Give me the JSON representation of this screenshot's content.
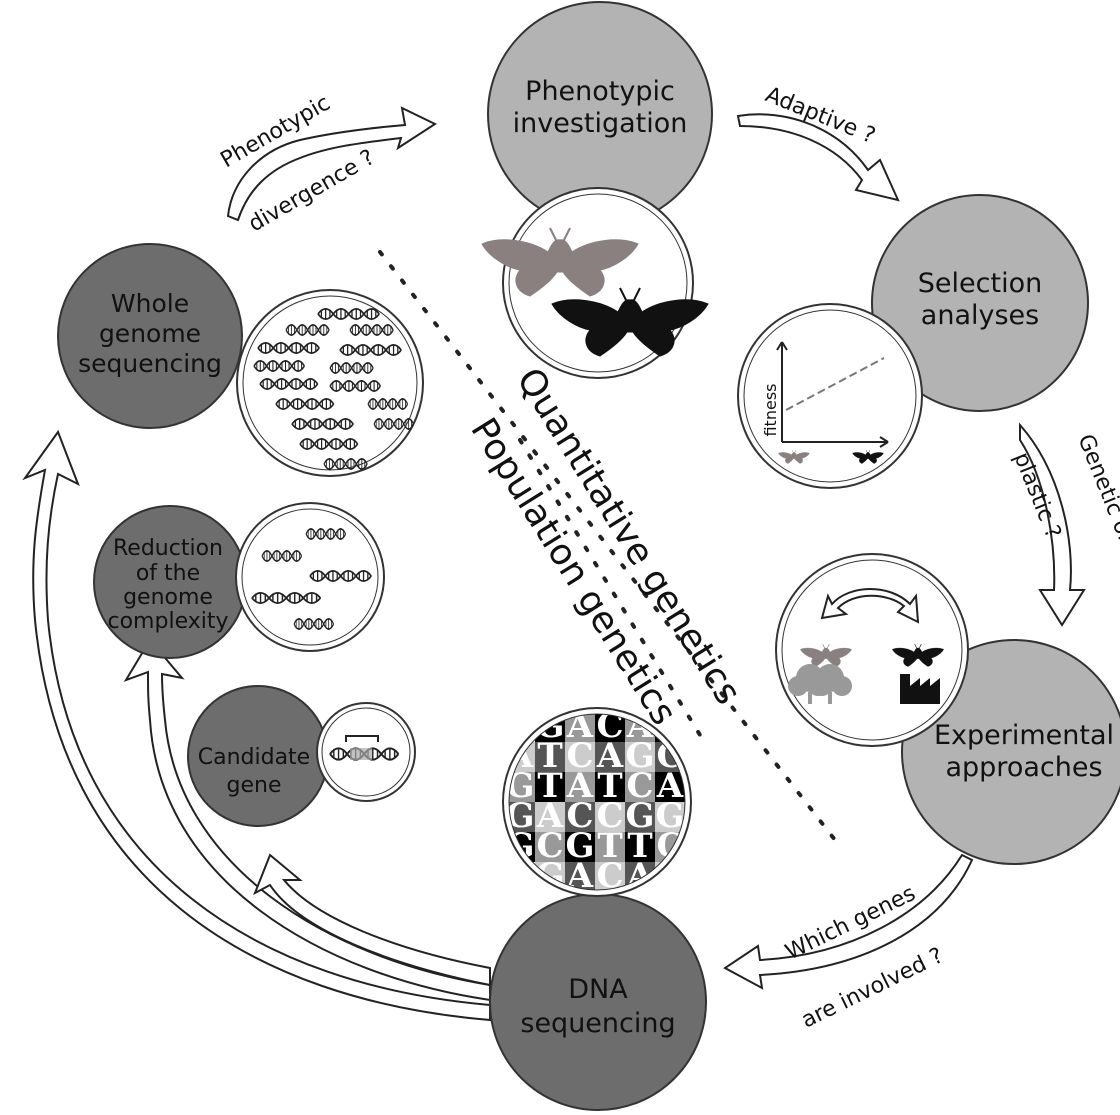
{
  "nodes": {
    "phenotypic": [
      "Phenotypic",
      "investigation"
    ],
    "selection": [
      "Selection",
      "analyses"
    ],
    "experimental": [
      "Experimental",
      "approaches"
    ],
    "dna": [
      "DNA",
      "sequencing"
    ],
    "whole_genome": [
      "Whole",
      "genome",
      "sequencing"
    ],
    "reduction": [
      "Reduction",
      "of the",
      "genome",
      "complexity"
    ],
    "candidate": [
      "Candidate",
      "gene"
    ]
  },
  "arrows": {
    "phenotypic_divergence": [
      "Phenotypic",
      "divergence ?"
    ],
    "adaptive": "Adaptive ?",
    "genetic_or_plastic": [
      "Genetic or",
      "plastic ?"
    ],
    "which_genes": [
      "Which genes",
      "are involved ?"
    ]
  },
  "fields": {
    "quantitative": "Quantitative genetics",
    "population": "Population genetics"
  },
  "fitness_axis_label": "fitness",
  "dna_sequence_rows": [
    "GACAGT",
    "ATCAGCAG",
    "GTATCATC",
    "GACCGGTA",
    "GCGTTCAC",
    "GACAGT"
  ],
  "colors": {
    "dark_node": "#6d6d6d",
    "light_node": "#b3b3b3",
    "outline": "#333333",
    "moth_light": "#8a8080",
    "moth_dark": "#111111"
  }
}
